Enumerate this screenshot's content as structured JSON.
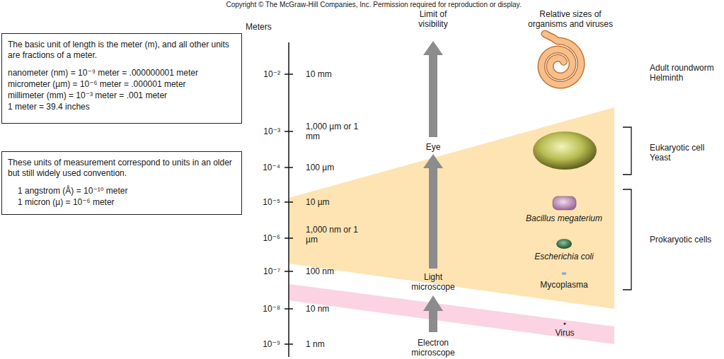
{
  "diagram": {
    "nodes": [
      {
        "text": [
          "The basic unit of length is the meter (m), and all other units are fractions of a meter.",
          "nanometer (nm) = 10⁻⁹ meter = .000000001 meter",
          "micrometer (µm) = 10⁻⁶ meter = .000001 meter",
          "millimeter (mm) = 10⁻³ meter = .001 meter",
          "1 meter = 39.4 inches"
        ]
      },
      {
        "text": [
          "These units of measurement correspond to units in an older but still widely used convention.",
          "1 angstrom (Å) = 10⁻¹⁰ meter",
          "1 micron (µ) = 10⁻⁶ meter"
        ]
      }
    ],
    "labels": [
      "Copyright © The McGraw-Hill Companies, Inc. Permission required for reproduction or display.",
      "Meters",
      "Limit of visibility",
      "Relative sizes of organisms and viruses",
      "10⁻²",
      "10⁻³",
      "10⁻⁴",
      "10⁻⁵",
      "10⁻⁶",
      "10⁻⁷",
      "10⁻⁸",
      "10⁻⁹",
      "10 mm",
      "1,000 µm or 1 mm",
      "100 µm",
      "10 µm",
      "1,000 nm or 1 µm",
      "100 nm",
      "10 nm",
      "1 nm",
      "Eye",
      "Light microscope",
      "Electron microscope",
      "Adult roundworm Helminth",
      "Eukaryotic cell Yeast",
      "Bacillus megaterium",
      "Escherichia coli",
      "Mycoplasma",
      "Virus",
      "Prokaryotic cells"
    ]
  }
}
